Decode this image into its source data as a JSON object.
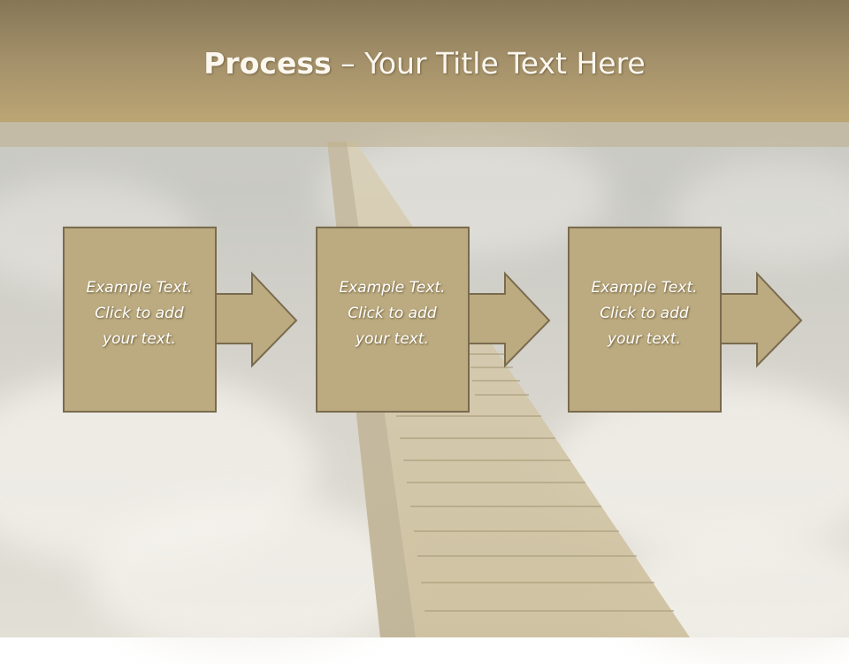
{
  "slide": {
    "title_bold": "Process",
    "title_rest": " – Your Title Text Here"
  },
  "steps": [
    {
      "line1": "Example Text.",
      "line2": "Click  to add",
      "line3": "your text."
    },
    {
      "line1": "Example Text.",
      "line2": "Click  to add",
      "line3": "your text."
    },
    {
      "line1": "Example Text.",
      "line2": "Click  to add",
      "line3": "your text."
    }
  ],
  "colors": {
    "title_bar": "#a4916a",
    "box_fill": "#bcab80",
    "box_border": "#7a6b4f",
    "title_text": "#fbf7ee"
  }
}
